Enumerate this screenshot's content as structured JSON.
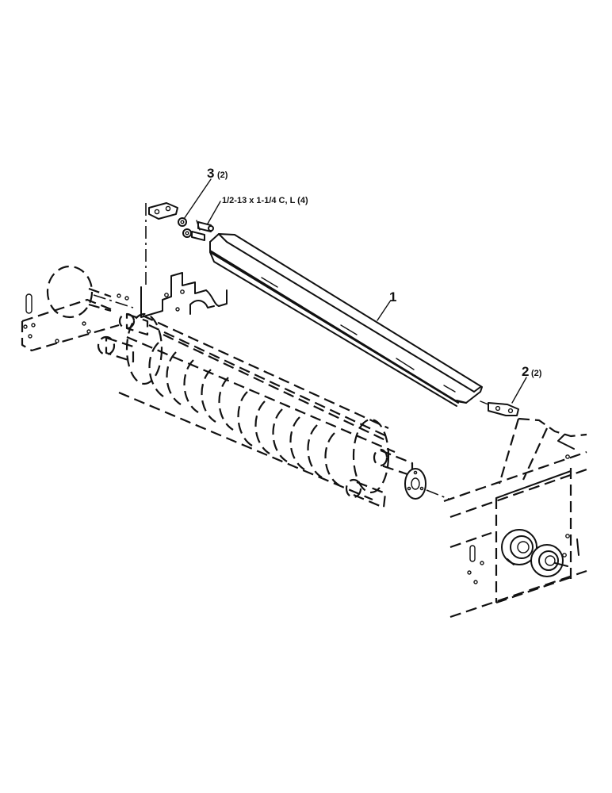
{
  "callouts": {
    "part3": {
      "number": "3",
      "qty": "(2)"
    },
    "bolt": {
      "spec": "1/2-13 x 1-1/4 C, L (4)"
    },
    "part1": {
      "number": "1"
    },
    "part2": {
      "number": "2",
      "qty": "(2)"
    }
  }
}
